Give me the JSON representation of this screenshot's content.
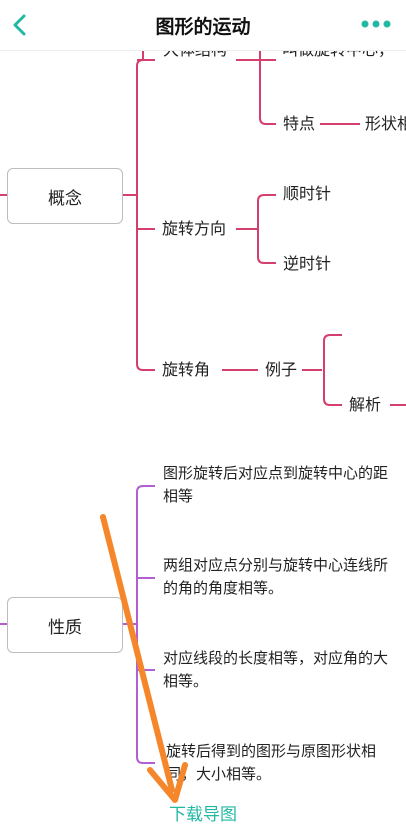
{
  "header": {
    "title": "图形的运动",
    "back_icon": "chevron-left-icon",
    "more_icon": "more-dots-icon",
    "accent_color": "#22b8a4"
  },
  "mindmap": {
    "concept": {
      "label": "概念",
      "branch_color": "#d43f6e",
      "structure": {
        "label": "大体结构",
        "child": "叫做旋转中心，",
        "feature": {
          "label": "特点",
          "child": "形状相"
        }
      },
      "direction": {
        "label": "旋转方向",
        "children": [
          "顺时针",
          "逆时针"
        ]
      },
      "angle": {
        "label": "旋转角",
        "example": {
          "label": "例子",
          "child": "解析"
        }
      }
    },
    "property": {
      "label": "性质",
      "branch_color": "#b05fd4",
      "items": [
        {
          "line1": "图形旋转后对应点到旋转中心的距",
          "line2": "相等"
        },
        {
          "line1": "两组对应点分别与旋转中心连线所",
          "line2": "的角的角度相等。"
        },
        {
          "line1": "对应线段的长度相等，对应角的大",
          "line2": "相等。"
        },
        {
          "line1": "旋转后得到的图形与原图形状相",
          "line2": "同，大小相等。"
        }
      ]
    }
  },
  "footer": {
    "download_label": "下载导图"
  },
  "overlay": {
    "arrow_color": "#f5862a"
  }
}
